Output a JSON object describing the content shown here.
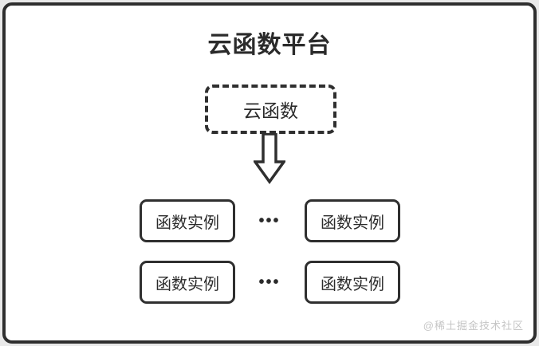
{
  "diagram": {
    "title": "云函数平台",
    "root_node": {
      "label": "云函数"
    },
    "instance_rows": [
      {
        "left": "函数实例",
        "dots": "•••",
        "right": "函数实例"
      },
      {
        "left": "函数实例",
        "dots": "•••",
        "right": "函数实例"
      }
    ],
    "watermark": "@稀土掘金技术社区"
  },
  "colors": {
    "line": "#2f2f2f",
    "text": "#2b2b2b",
    "canvas": "#ffffff",
    "page_background": "#e9e9e9",
    "watermark": "#c5c5c5"
  }
}
